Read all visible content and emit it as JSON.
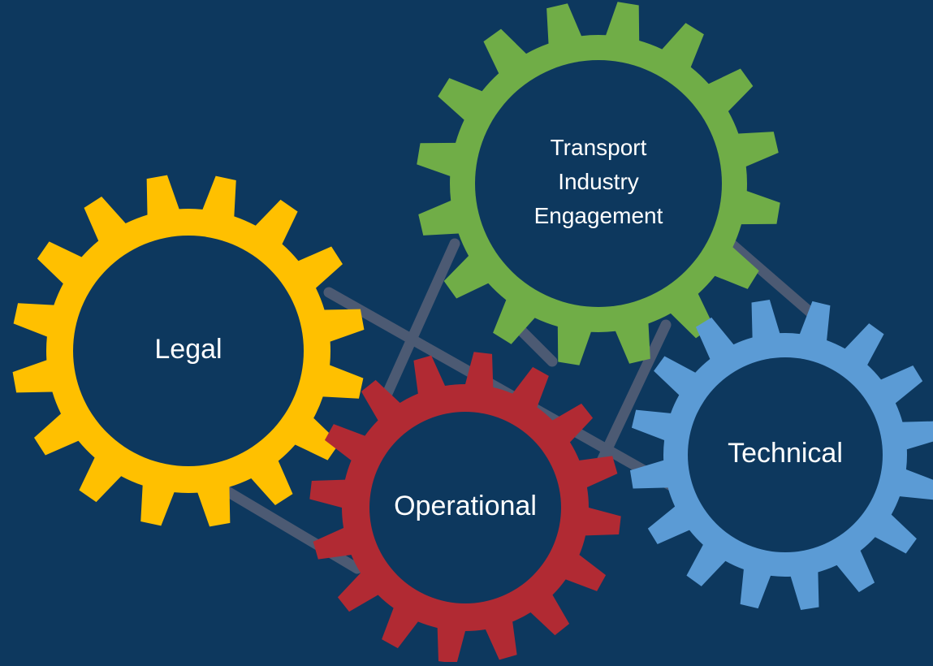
{
  "colors": {
    "background": "#0d385e",
    "gear_center": "#0d385e",
    "connector": "#4c5a73",
    "legal": "#ffc000",
    "transport": "#70ad47",
    "operational": "#b12a33",
    "technical": "#5b9bd5",
    "label": "#ffffff"
  },
  "gears": {
    "legal": {
      "lines": [
        "Legal"
      ],
      "color_key": "legal",
      "icon": "gear-icon"
    },
    "transport": {
      "lines": [
        "Transport",
        "Industry",
        "Engagement"
      ],
      "color_key": "transport",
      "icon": "gear-icon"
    },
    "operational": {
      "lines": [
        "Operational"
      ],
      "color_key": "operational",
      "icon": "gear-icon"
    },
    "technical": {
      "lines": [
        "Technical"
      ],
      "color_key": "technical",
      "icon": "gear-icon"
    }
  }
}
